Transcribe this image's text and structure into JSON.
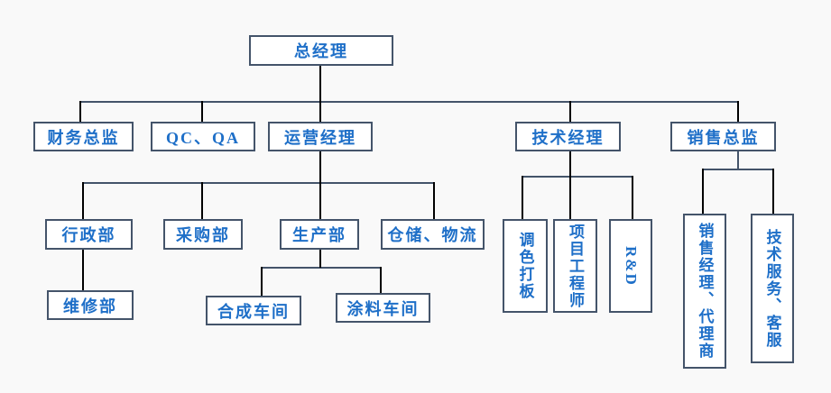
{
  "diagram": {
    "type": "org-chart",
    "colors": {
      "background": "#f9f9f9",
      "box_border": "#44546a",
      "box_fill": "#ffffff",
      "text": "#1e6fc8",
      "connector_horizontal": "#44546a",
      "connector_vertical": "#000000"
    },
    "nodes": {
      "general_manager": {
        "label": "总经理"
      },
      "finance_director": {
        "label": "财务总监"
      },
      "qc_qa": {
        "label": "QC、QA"
      },
      "operations_manager": {
        "label": "运营经理"
      },
      "technical_manager": {
        "label": "技术经理"
      },
      "sales_director": {
        "label": "销售总监"
      },
      "admin_dept": {
        "label": "行政部"
      },
      "purchasing_dept": {
        "label": "采购部"
      },
      "production_dept": {
        "label": "生产部"
      },
      "warehouse_logistics": {
        "label": "仓储、物流"
      },
      "maintenance_dept": {
        "label": "维修部"
      },
      "synthesis_workshop": {
        "label": "合成车间"
      },
      "coating_workshop": {
        "label": "涂料车间"
      },
      "color_matching": {
        "label": "调色打板"
      },
      "project_engineer": {
        "label": "项目工程师"
      },
      "rnd": {
        "label": "R&D"
      },
      "sales_manager_agents": {
        "label": "销售经理、代理商"
      },
      "tech_service_customer_service": {
        "label": "技术服务、客服"
      }
    },
    "hierarchy": {
      "总经理": [
        "财务总监",
        "QC、QA",
        "运营经理",
        "技术经理",
        "销售总监"
      ],
      "运营经理": [
        "行政部",
        "采购部",
        "生产部",
        "仓储、物流"
      ],
      "行政部": [
        "维修部"
      ],
      "生产部": [
        "合成车间",
        "涂料车间"
      ],
      "技术经理": [
        "调色打板",
        "项目工程师",
        "R&D"
      ],
      "销售总监": [
        "销售经理、代理商",
        "技术服务、客服"
      ]
    }
  }
}
